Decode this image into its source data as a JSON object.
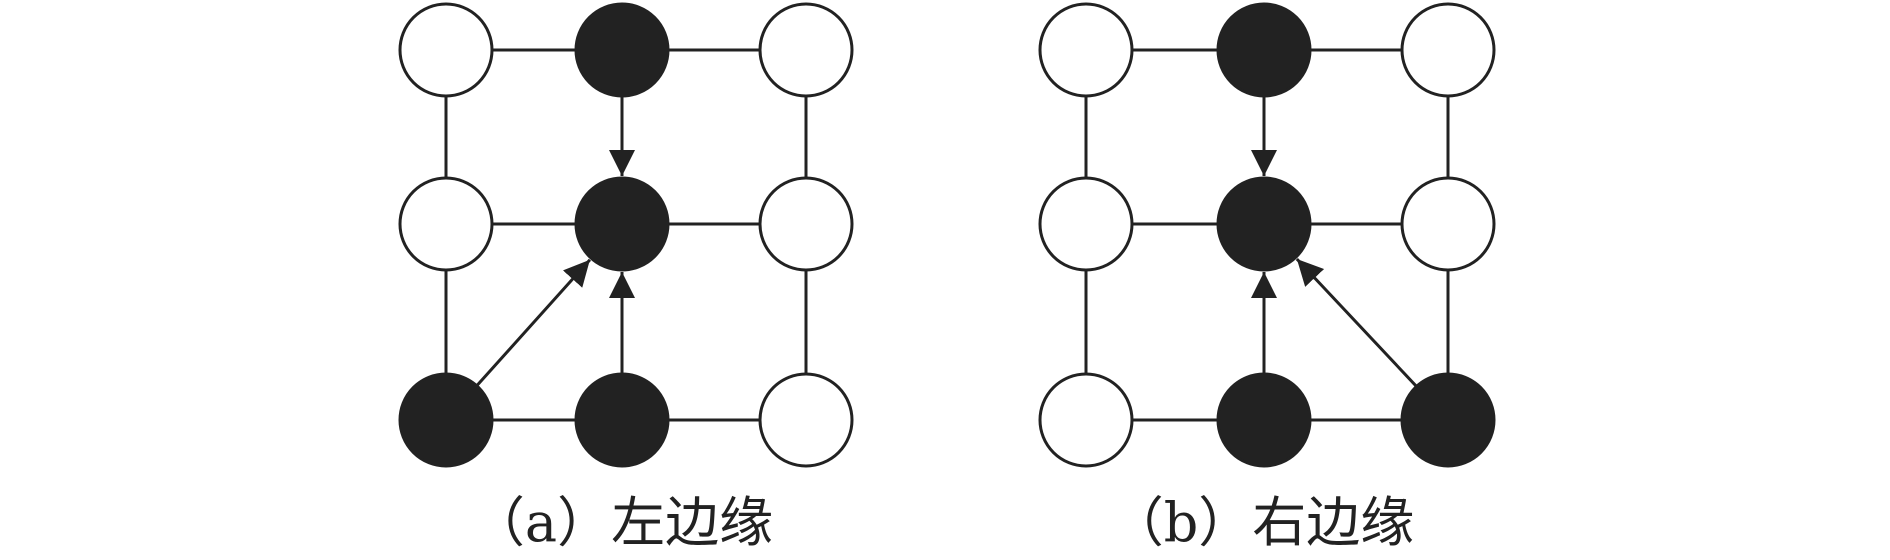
{
  "colors": {
    "stroke": "#222222",
    "filled_node": "#222222",
    "empty_node": "#ffffff",
    "background": "#ffffff"
  },
  "panels": [
    {
      "id": "a",
      "caption": "（a）左边缘",
      "nodes": [
        [
          "empty",
          "filled",
          "empty"
        ],
        [
          "empty",
          "filled",
          "empty"
        ],
        [
          "filled",
          "filled",
          "empty"
        ]
      ],
      "arrows": [
        {
          "from": [
            0,
            1
          ],
          "to": [
            1,
            1
          ]
        },
        {
          "from": [
            2,
            1
          ],
          "to": [
            1,
            1
          ]
        },
        {
          "from": [
            2,
            0
          ],
          "to": [
            1,
            1
          ]
        }
      ]
    },
    {
      "id": "b",
      "caption": "（b）右边缘",
      "nodes": [
        [
          "empty",
          "filled",
          "empty"
        ],
        [
          "empty",
          "filled",
          "empty"
        ],
        [
          "empty",
          "filled",
          "filled"
        ]
      ],
      "arrows": [
        {
          "from": [
            0,
            1
          ],
          "to": [
            1,
            1
          ]
        },
        {
          "from": [
            2,
            1
          ],
          "to": [
            1,
            1
          ]
        },
        {
          "from": [
            2,
            2
          ],
          "to": [
            1,
            1
          ]
        }
      ]
    }
  ]
}
